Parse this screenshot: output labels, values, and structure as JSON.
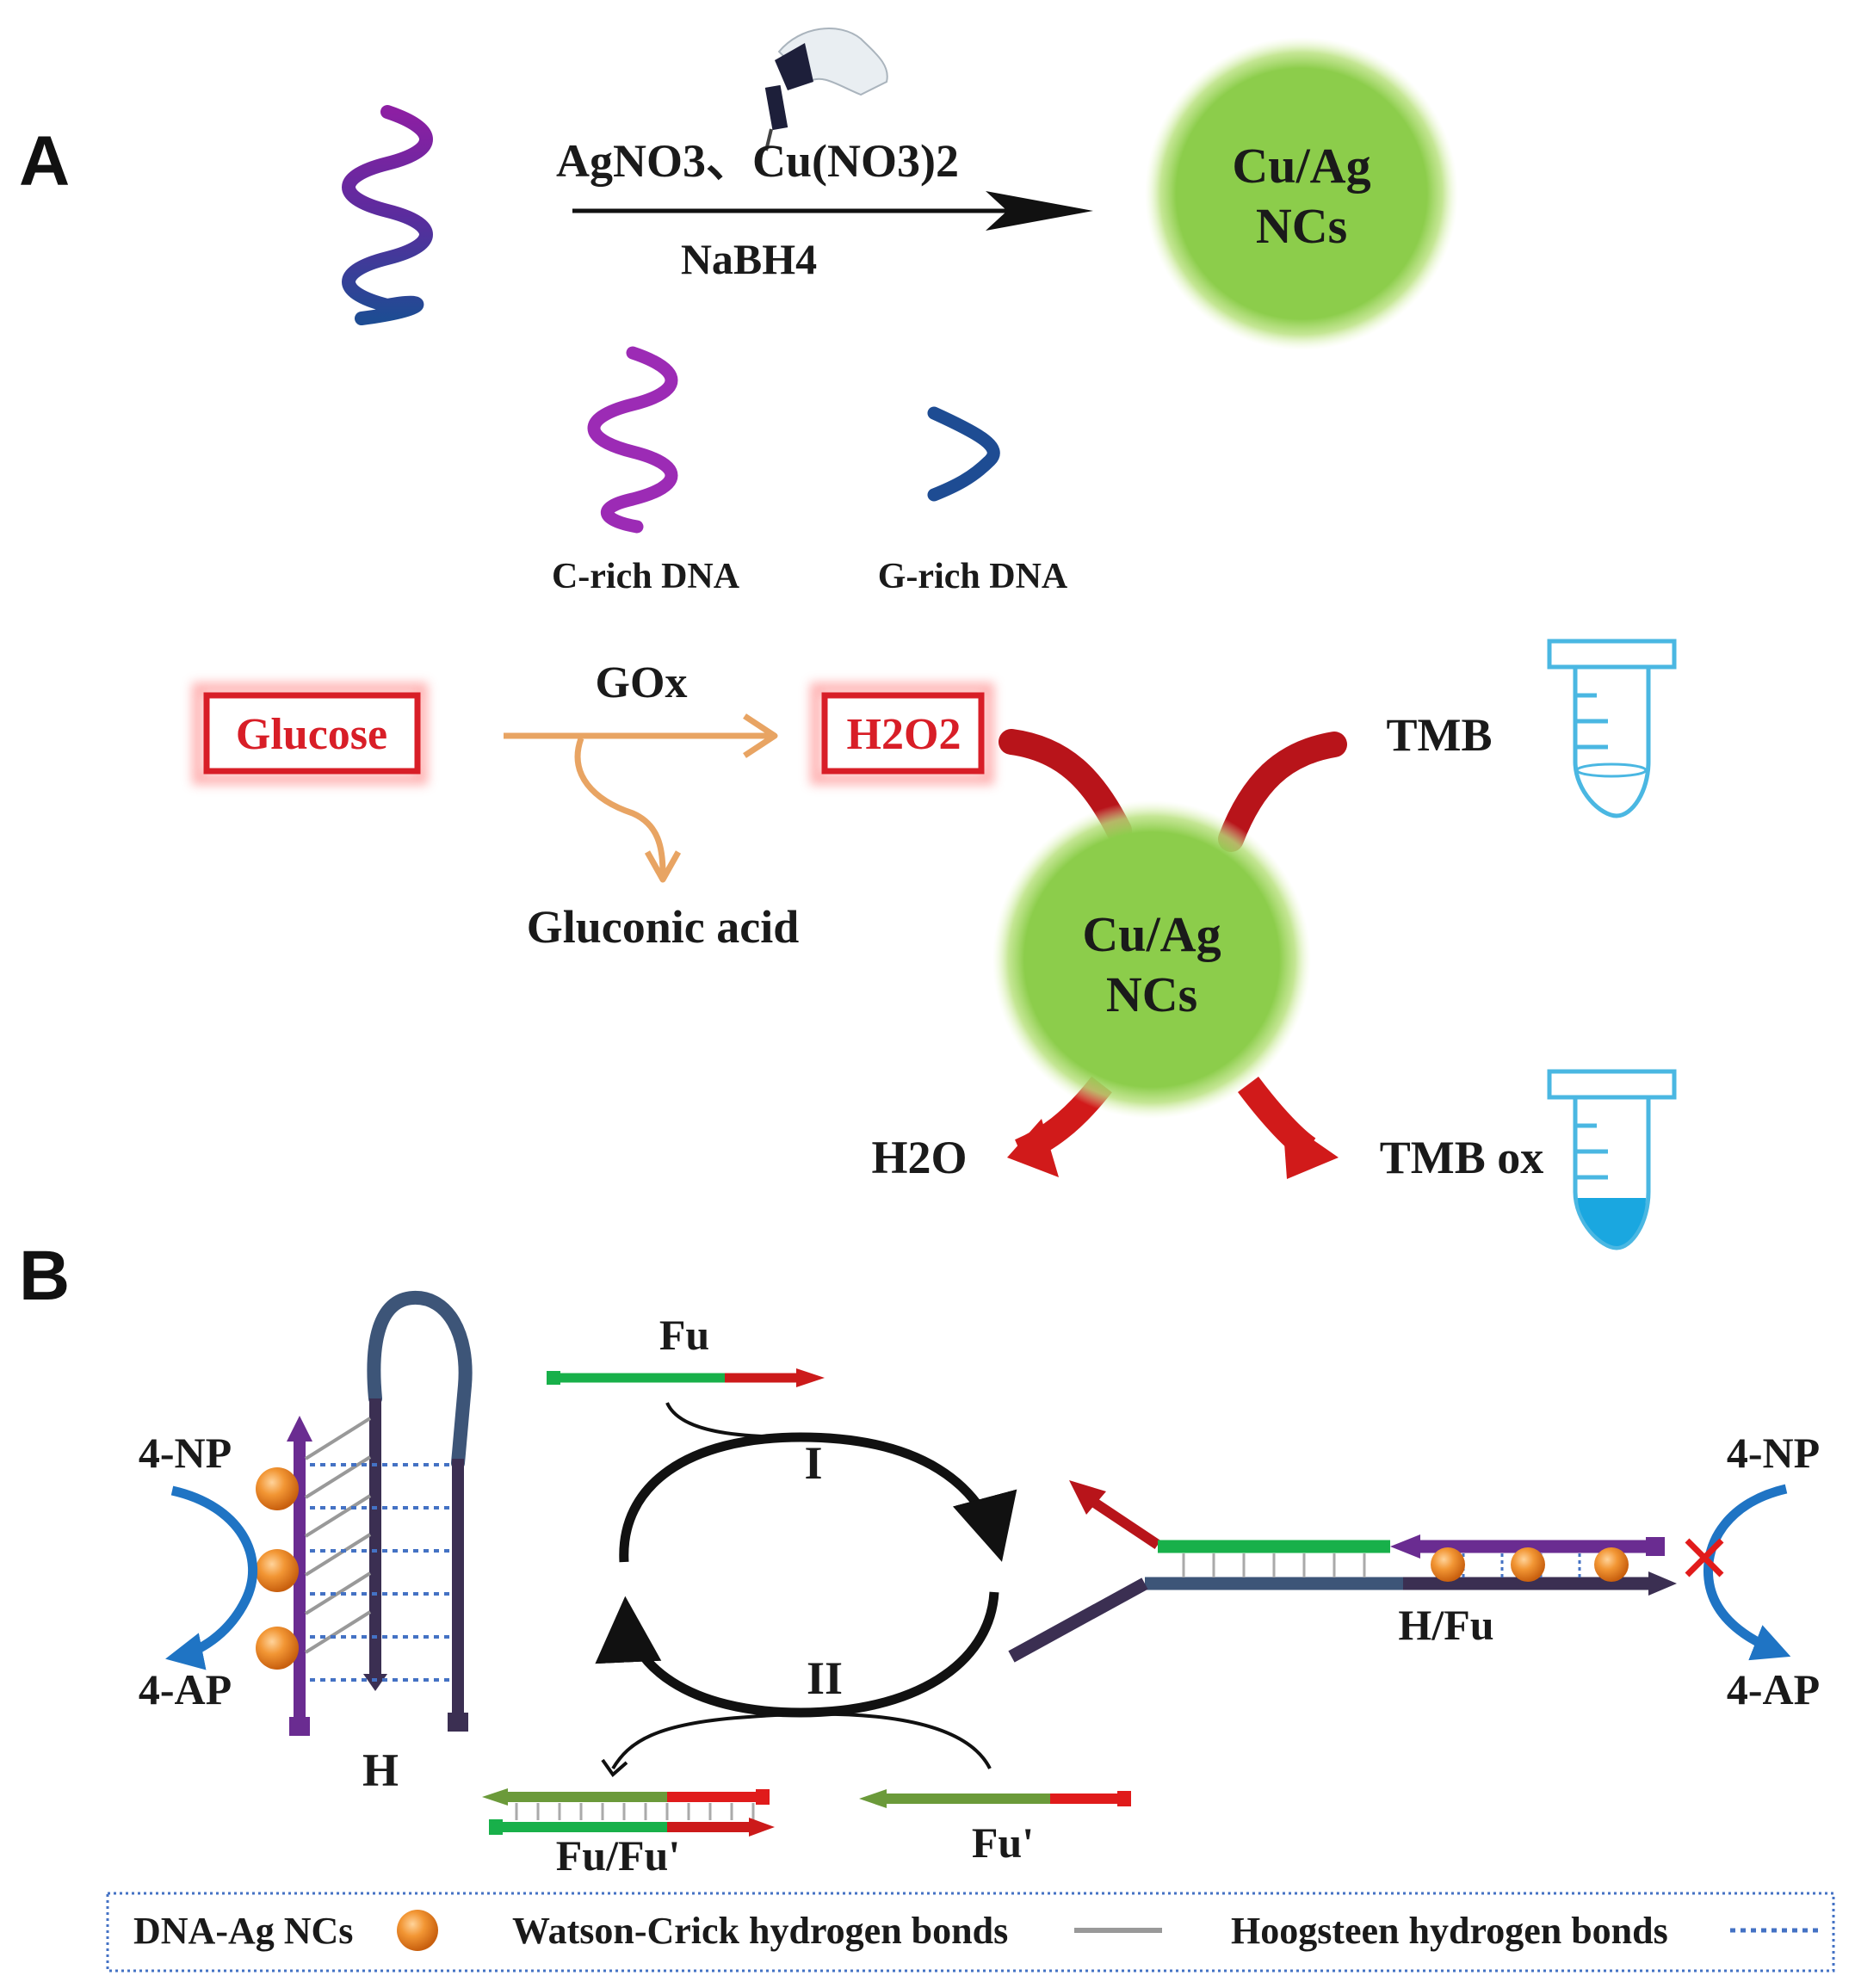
{
  "panel_a": {
    "panel_label": "A",
    "synthesis": {
      "reagents_top": "AgNO3、Cu(NO3)2",
      "reagents_bottom": "NaBH4",
      "product_line1": "Cu/Ag",
      "product_line2": "NCs"
    },
    "dna": {
      "c_rich_label": "C-rich DNA",
      "g_rich_label": "G-rich DNA"
    },
    "reaction": {
      "glucose": "Glucose",
      "enzyme": "GOx",
      "h2o2": "H2O2",
      "byproduct": "Gluconic acid",
      "catalyst_line1": "Cu/Ag",
      "catalyst_line2": "NCs",
      "tmb": "TMB",
      "water": "H2O",
      "tmb_ox": "TMB ox"
    }
  },
  "panel_b": {
    "panel_label": "B",
    "hairpin_label": "H",
    "substrate_left": "4-NP",
    "product_left": "4-AP",
    "fuel": "Fu",
    "step1": "I",
    "step2": "II",
    "complex_label": "H/Fu",
    "substrate_right": "4-NP",
    "product_right": "4-AP",
    "waste_label": "Fu/Fu'",
    "fuel_prime": "Fu'"
  },
  "legend": {
    "item1": "DNA-Ag NCs",
    "item2": "Watson-Crick hydrogen bonds",
    "item3": "Hoogsteen hydrogen bonds"
  },
  "colors": {
    "green_np": "#8ccd4b",
    "red_box": "#d81e27",
    "orange_arrow": "#e8a463",
    "dark_red_arrow": "#b8141a",
    "purple_strand": "#6a2c91",
    "navy_strand": "#3b2f52",
    "hairpin_loop": "#3d5578",
    "blue_curve": "#1f74c4",
    "green_strand": "#18b04a",
    "red_strand": "#cc1a1a",
    "olive_strand": "#6b9a3a",
    "tube_blue": "#4ab7e2",
    "orange_np": "#f08a24"
  }
}
